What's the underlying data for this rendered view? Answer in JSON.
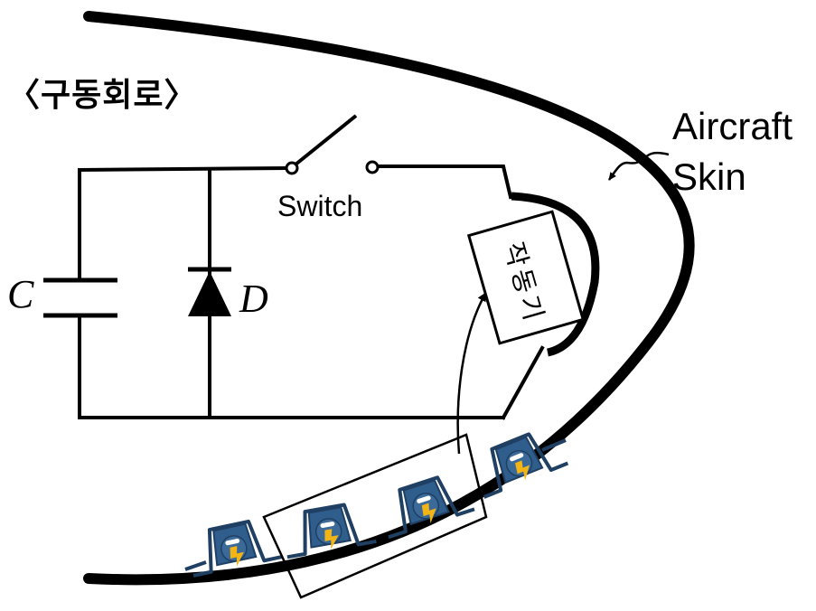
{
  "diagram": {
    "title": "〈구동회로〉",
    "switch_label": "Switch",
    "capacitor_label": "C",
    "diode_label": "D",
    "actuator_label": "작동기",
    "skin_label_line1": "Aircraft",
    "skin_label_line2": "Skin"
  },
  "colors": {
    "line": "#000000",
    "actuator_body": "#2f5d8c",
    "actuator_outline": "#1f3f63",
    "bolt": "#f2b515",
    "pin": "#ffffff"
  },
  "icons": [
    "capacitor-symbol",
    "diode-symbol",
    "switch-symbol",
    "zoom-arrow"
  ]
}
